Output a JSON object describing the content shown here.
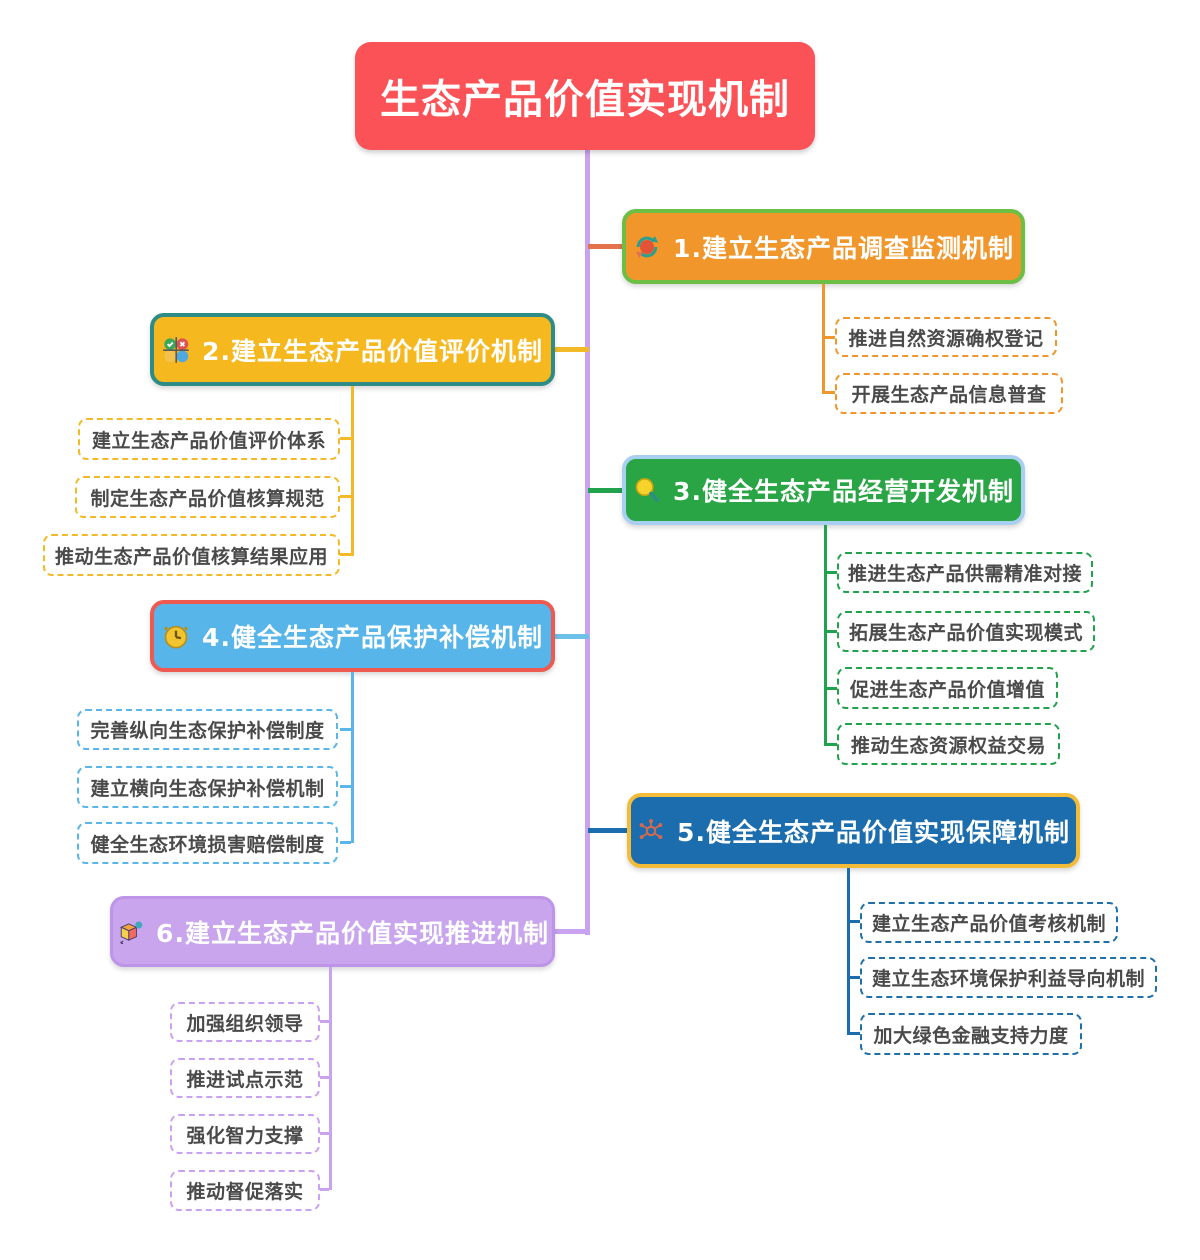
{
  "root": {
    "label": "生态产品价值实现机制",
    "bg_color": "#FB5257",
    "text_color": "#FFFFFF"
  },
  "trunk_color": "#C9A2F0",
  "branches": [
    {
      "label": "1.建立生态产品调查监测机制",
      "icon": "sync-icon",
      "bg_color": "#F0962B",
      "border_color": "#6DBE45",
      "line_color": "#E4724D",
      "children": [
        "推进自然资源确权登记",
        "开展生态产品信息普查"
      ]
    },
    {
      "label": "2.建立生态产品价值评价机制",
      "icon": "choices-grid-icon",
      "bg_color": "#F6B81F",
      "border_color": "#2E8C86",
      "line_color": "#F2B929",
      "children": [
        "建立生态产品价值评价体系",
        "制定生态产品价值核算规范",
        "推动生态产品价值核算结果应用"
      ]
    },
    {
      "label": "3.健全生态产品经营开发机制",
      "icon": "magnifier-icon",
      "bg_color": "#29A546",
      "border_color": "#A9CFF0",
      "line_color": "#21A24D",
      "children": [
        "推进生态产品供需精准对接",
        "拓展生态产品价值实现模式",
        "促进生态产品价值增值",
        "推动生态资源权益交易"
      ]
    },
    {
      "label": "4.健全生态产品保护补偿机制",
      "icon": "clock-icon",
      "bg_color": "#57B5E9",
      "border_color": "#EF5A50",
      "line_color": "#5AB5E8",
      "children": [
        "完善纵向生态保护补偿制度",
        "建立横向生态保护补偿机制",
        "健全生态环境损害赔偿制度"
      ]
    },
    {
      "label": "5.健全生态产品价值实现保障机制",
      "icon": "network-icon",
      "bg_color": "#1C6DAD",
      "border_color": "#F2BC39",
      "line_color": "#1C6DAD",
      "children": [
        "建立生态产品价值考核机制",
        "建立生态环境保护利益导向机制",
        "加大绿色金融支持力度"
      ]
    },
    {
      "label": "6.建立生态产品价值实现推进机制",
      "icon": "cube-icon",
      "bg_color": "#C9A5ED",
      "border_color": "#BD94E8",
      "line_color": "#C9A2F0",
      "children": [
        "加强组织领导",
        "推进试点示范",
        "强化智力支撑",
        "推动督促落实"
      ]
    }
  ]
}
